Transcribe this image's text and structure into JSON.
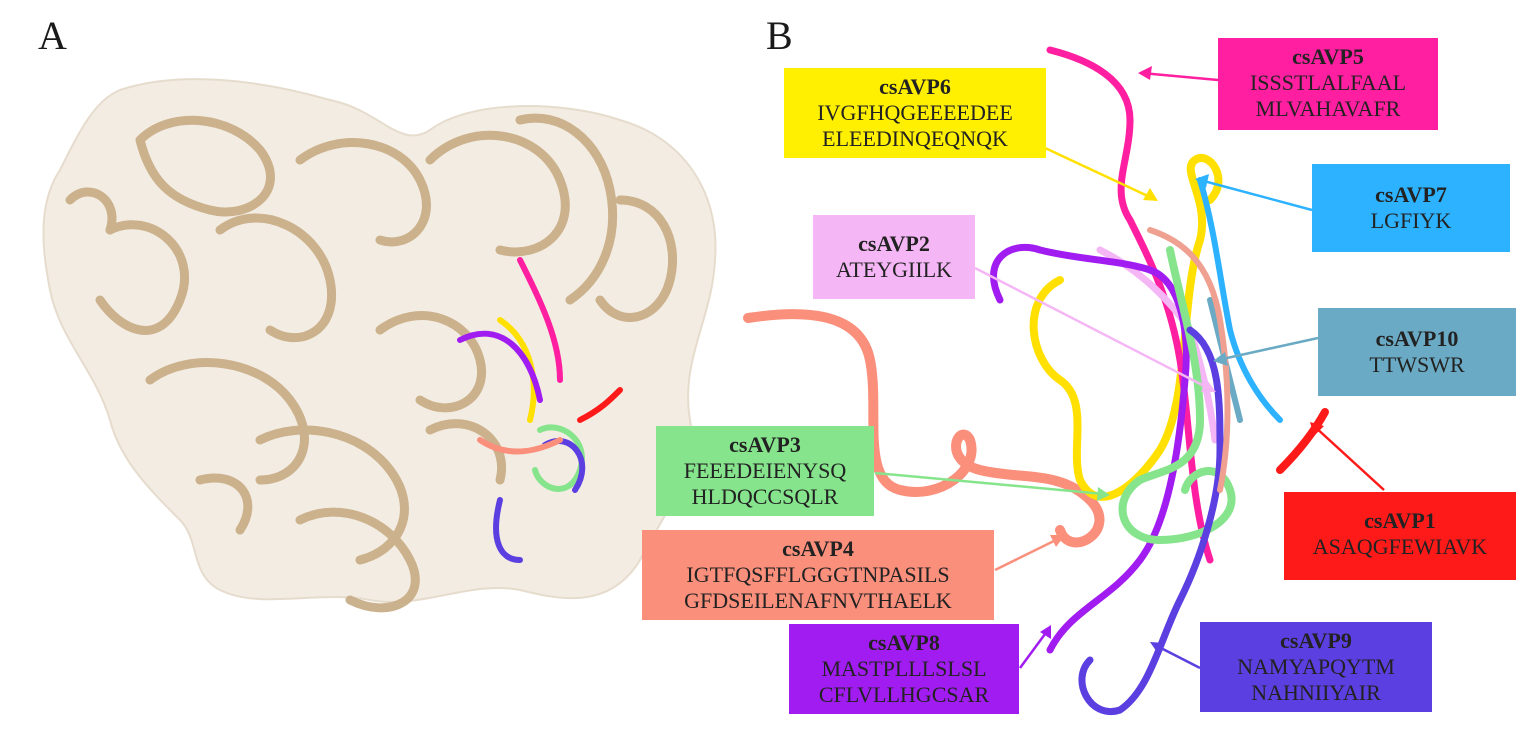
{
  "panels": {
    "a": "A",
    "b": "B"
  },
  "labels": [
    {
      "id": "csAVP5",
      "name": "csAVP5",
      "lines": [
        "ISSSTLALFAAL",
        "MLVAHAVAFR"
      ],
      "color": "#ff1fa0"
    },
    {
      "id": "csAVP6",
      "name": "csAVP6",
      "lines": [
        "IVGFHQGEEEEDEE",
        "ELEEDINQEQNQK"
      ],
      "color": "#ffef00"
    },
    {
      "id": "csAVP7",
      "name": "csAVP7",
      "lines": [
        "LGFIYK"
      ],
      "color": "#2db2ff"
    },
    {
      "id": "csAVP2",
      "name": "csAVP2",
      "lines": [
        "ATEYGIILK"
      ],
      "color": "#f5b6f5"
    },
    {
      "id": "csAVP10",
      "name": "csAVP10",
      "lines": [
        "TTWSWR"
      ],
      "color": "#6aaac4"
    },
    {
      "id": "csAVP3",
      "name": "csAVP3",
      "lines": [
        "FEEEDEIENYSQ",
        "HLDQCCSQLR"
      ],
      "color": "#86e48c"
    },
    {
      "id": "csAVP1",
      "name": "csAVP1",
      "lines": [
        "ASAQGFEWIAVK"
      ],
      "color": "#ff1a1a"
    },
    {
      "id": "csAVP4",
      "name": "csAVP4",
      "lines": [
        "IGTFQSFFLGGGTNPASILS",
        "GFDSEILENAFNVTHAELK"
      ],
      "color": "#fa8f7c"
    },
    {
      "id": "csAVP8",
      "name": "csAVP8",
      "lines": [
        "MASTPLLLSLSL",
        "CFLVLLHGCSAR"
      ],
      "color": "#a11cf0"
    },
    {
      "id": "csAVP9",
      "name": "csAVP9",
      "lines": [
        "NAMYAPQYTM",
        "NAHNIIYAIR"
      ],
      "color": "#5b3fe0"
    }
  ],
  "colors": {
    "protein_surface": "#f3ece2",
    "protein_ribbon": "#c9ae88"
  }
}
